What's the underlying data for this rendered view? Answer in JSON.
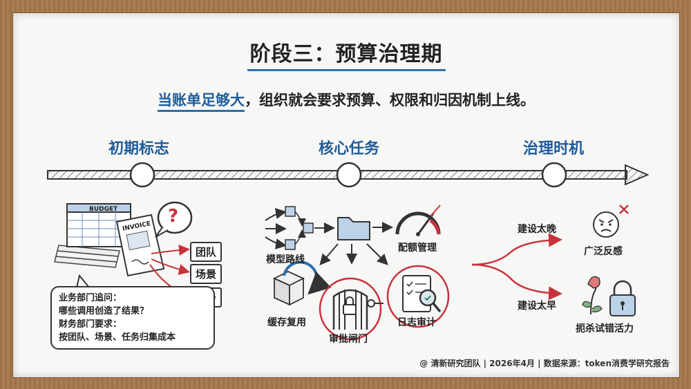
{
  "title": {
    "prefix": "阶段三：",
    "main": "预算治理期"
  },
  "subtitle": {
    "highlight": "当账单足够大",
    "rest": "，组织就会要求预算、权限和归因机制上线。"
  },
  "phases": [
    "初期标志",
    "核心任务",
    "治理时机"
  ],
  "early": {
    "budget_label": "BUDGET",
    "invoice_label": "INVOICE",
    "question_mark": "?",
    "tags": [
      "团队",
      "场景",
      "任务"
    ],
    "bubble_lines": [
      "业务部门追问：",
      "哪些调用创造了结果？",
      "财务部门要求：",
      "按团队、场景、任务归集成本"
    ]
  },
  "core": {
    "items": [
      "模型路线",
      "配额管理",
      "缓存复用",
      "审批闸门",
      "日志审计"
    ]
  },
  "timing": {
    "late_label": "建设太晚",
    "late_result": "广泛反感",
    "early_label": "建设太早",
    "early_result": "扼杀试错活力"
  },
  "footer": "@ 清新研究团队 | 2026年4月 | 数据来源：token消费学研究报告",
  "colors": {
    "accent": "#1f5c99",
    "alert": "#c8323c",
    "ink": "#222222"
  }
}
